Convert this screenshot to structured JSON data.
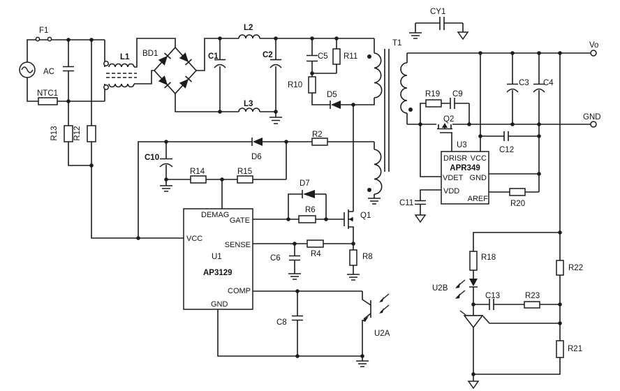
{
  "schematic": {
    "colors": {
      "wire": "#1c1c1c",
      "background": "#ffffff"
    },
    "labels": {
      "f1": "F1",
      "ac": "AC",
      "ntc1": "NTC1",
      "l1": "L1",
      "bd1": "BD1",
      "r13": "R13",
      "r12": "R12",
      "c1": "C1",
      "l2": "L2",
      "c2": "C2",
      "l3": "L3",
      "c5": "C5",
      "r11": "R11",
      "r10": "R10",
      "d5": "D5",
      "cy1": "CY1",
      "t1": "T1",
      "vo": "Vo",
      "gnd_out": "GND",
      "c3": "C3",
      "c4": "C4",
      "r19": "R19",
      "c9": "C9",
      "q2": "Q2",
      "u3": "U3",
      "c12": "C12",
      "r20": "R20",
      "c11": "C11",
      "c10": "C10",
      "r14": "R14",
      "r15": "R15",
      "d6": "D6",
      "r2": "R2",
      "d7": "D7",
      "r6": "R6",
      "q1": "Q1",
      "c6": "C6",
      "r4": "R4",
      "r8": "R8",
      "c8": "C8",
      "u2a": "U2A",
      "u2b": "U2B",
      "r18": "R18",
      "c13": "C13",
      "r23": "R23",
      "r22": "R22",
      "r21": "R21"
    },
    "u1": {
      "ref": "U1",
      "part": "AP3129",
      "pin_demag": "DEMAG",
      "pin_gate": "GATE",
      "pin_vcc": "VCC",
      "pin_sense": "SENSE",
      "pin_comp": "COMP",
      "pin_gnd": "GND"
    },
    "u3": {
      "ref": "U3",
      "part": "APR349",
      "pin_drisr": "DRISR",
      "pin_vcc": "VCC",
      "pin_vdet": "VDET",
      "pin_gnd": "GND",
      "pin_vdd": "VDD",
      "pin_aref": "AREF"
    }
  }
}
